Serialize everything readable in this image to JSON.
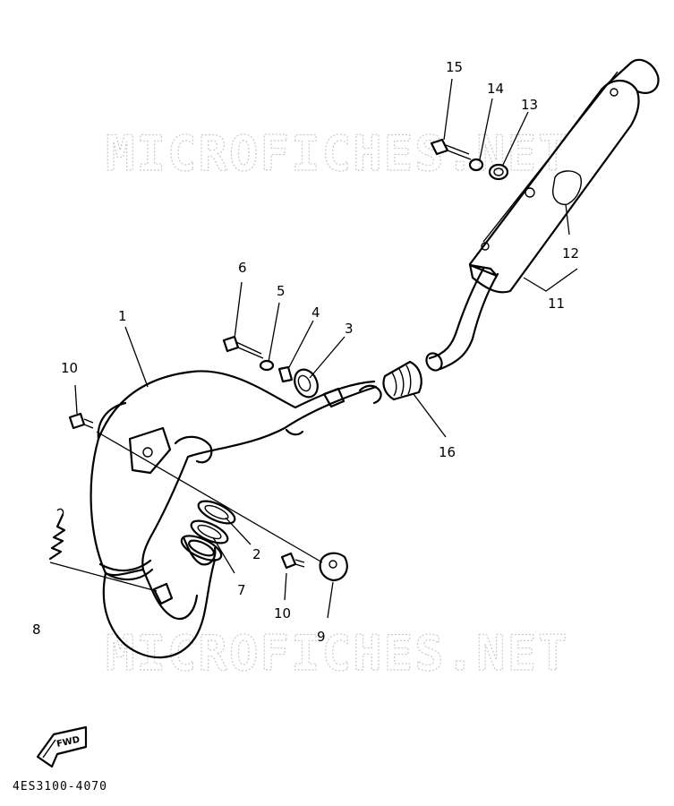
{
  "watermark": {
    "text": "MICROFICHES.NET"
  },
  "callouts": [
    "1",
    "2",
    "3",
    "4",
    "5",
    "6",
    "7",
    "8",
    "9",
    "10",
    "10",
    "11",
    "12",
    "13",
    "14",
    "15",
    "16"
  ],
  "direction_badge": {
    "label": "FWD"
  },
  "diagram_code": "4ES3100-4070"
}
